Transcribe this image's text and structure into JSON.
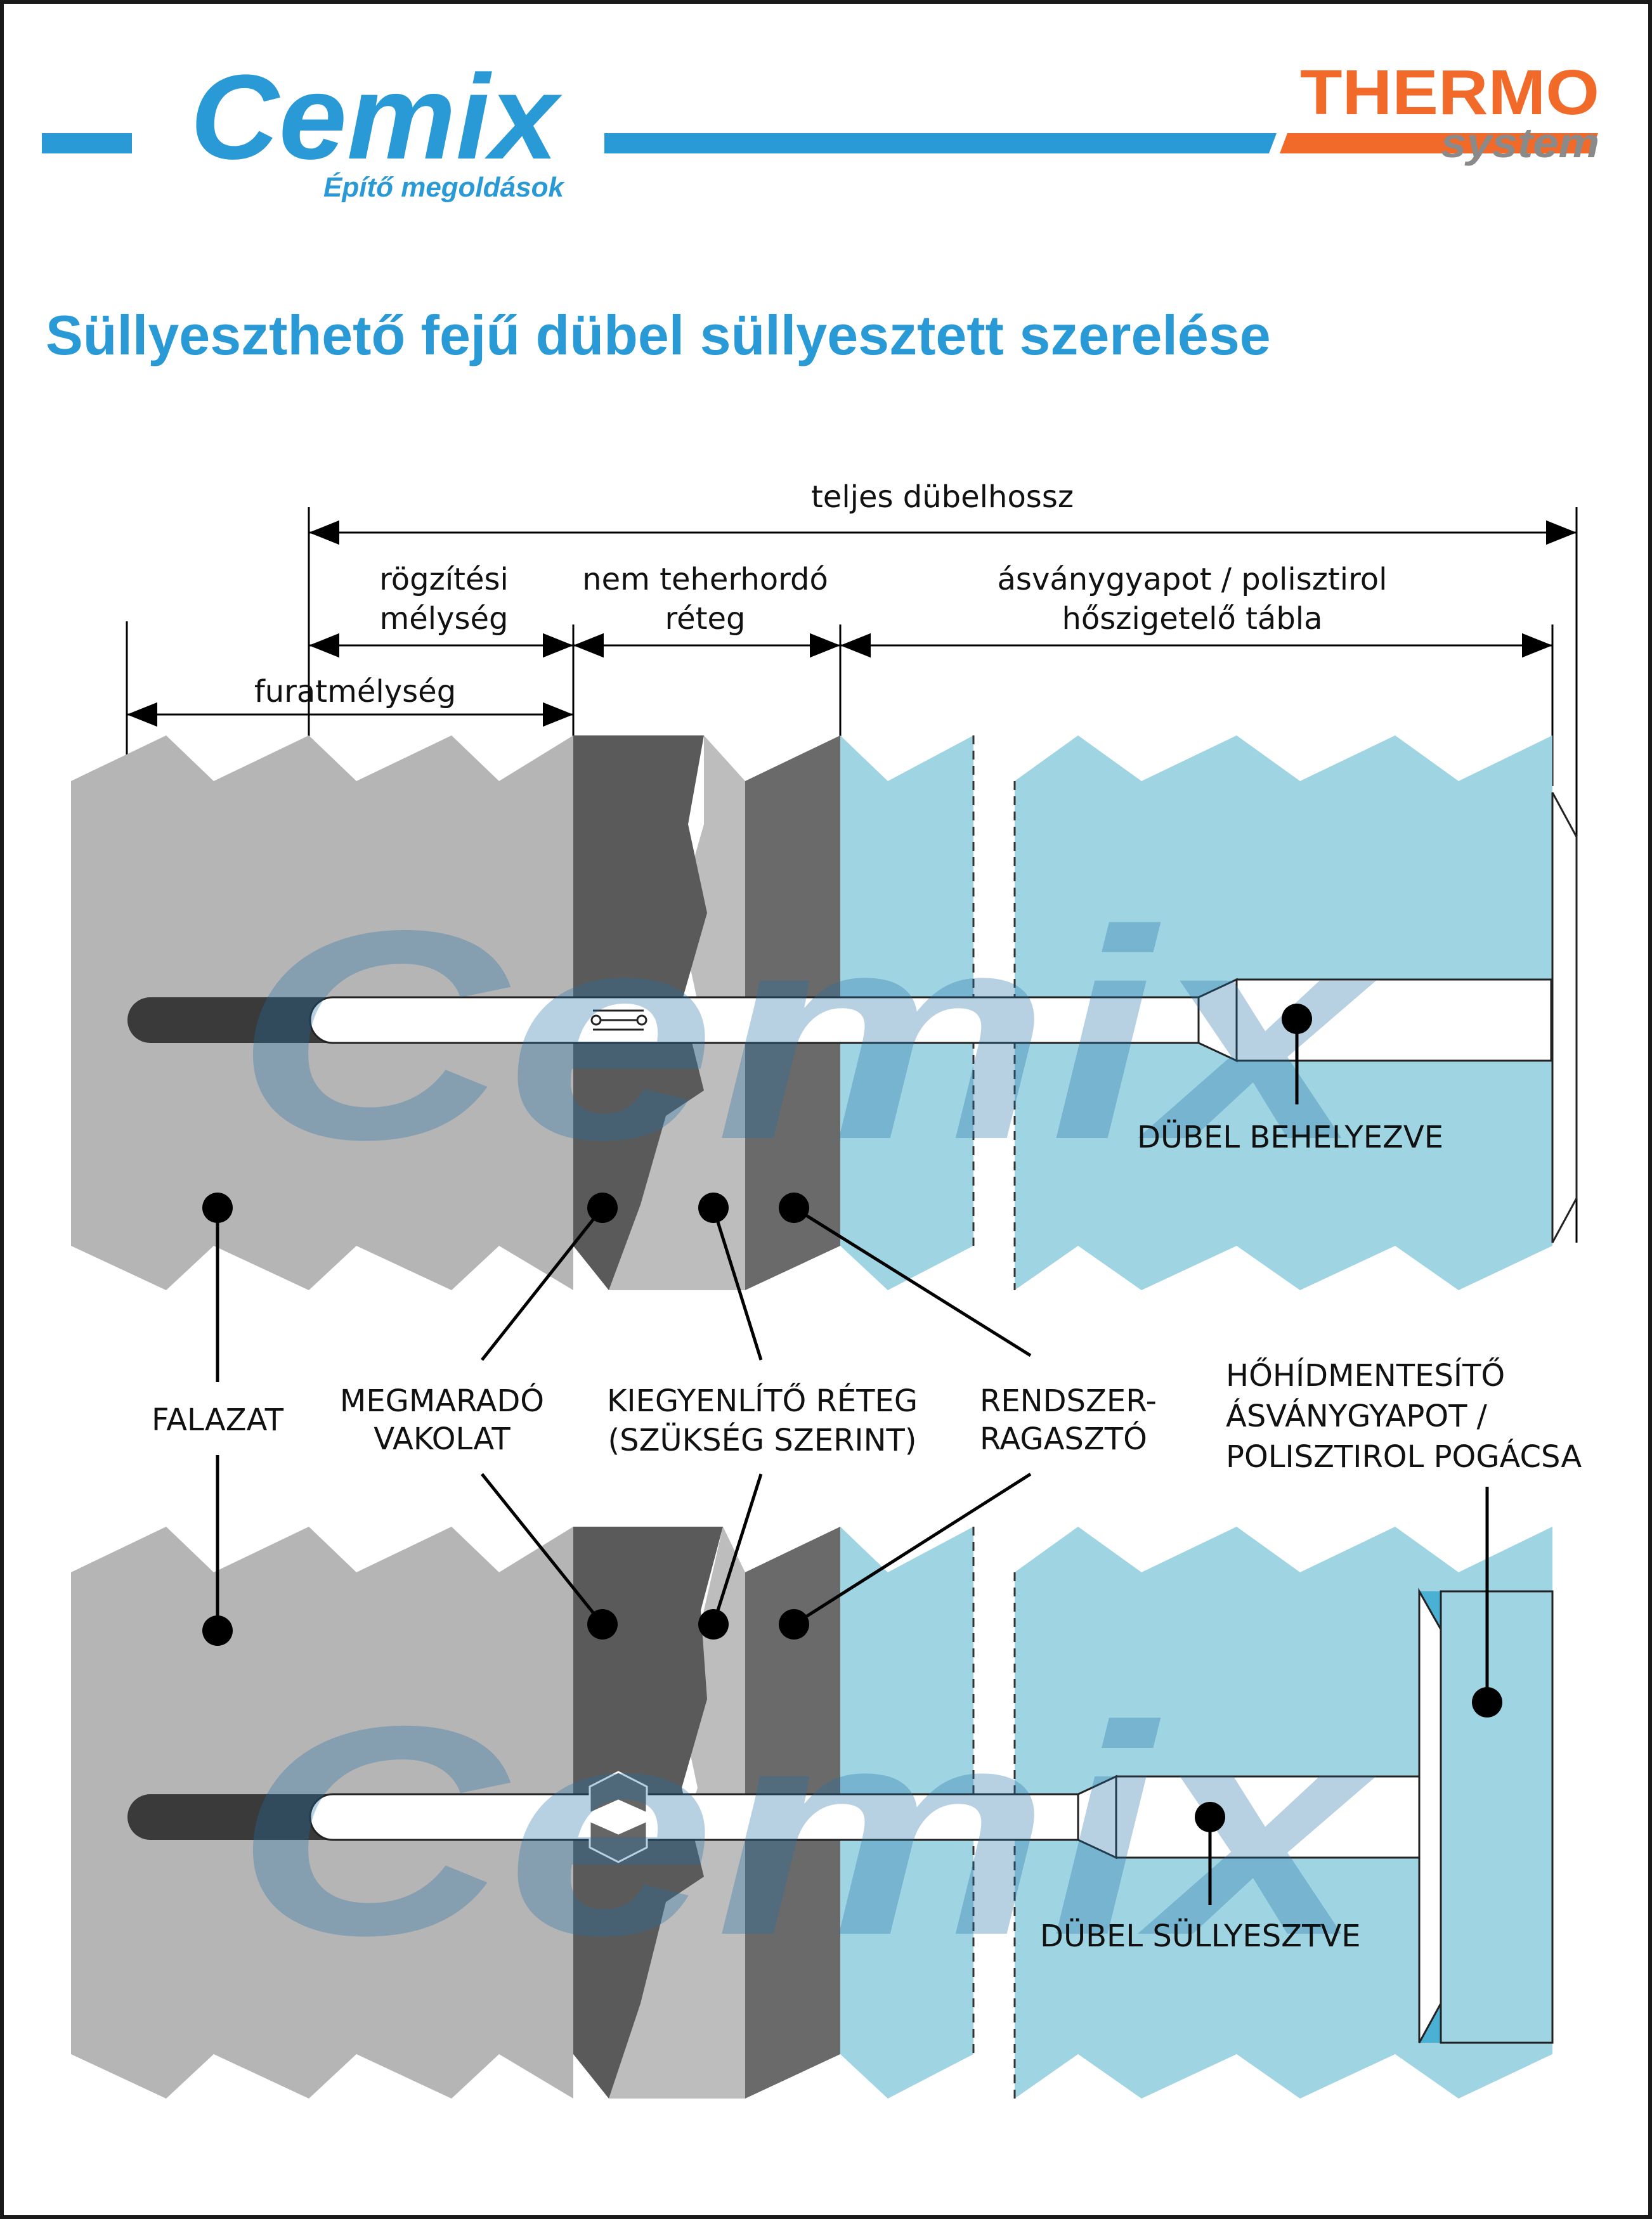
{
  "header": {
    "brand_name": "Cemix",
    "brand_tagline": "Építő megoldások",
    "system_name_line1": "THERMO",
    "system_name_line2": "system"
  },
  "title": "Süllyeszthető fejű dübel süllyesztett szerelése",
  "watermark": "Cemix",
  "dimensions": {
    "total_length": "teljes dübelhossz",
    "anchoring_depth": [
      "rögzítési",
      "mélység"
    ],
    "non_load_layer": [
      "nem teherhordó",
      "réteg"
    ],
    "insulation_board": [
      "ásványgyapot / polisztirol",
      "hőszigetelő tábla"
    ],
    "drill_depth": "furatmélység"
  },
  "labels": {
    "masonry": "FALAZAT",
    "remaining_plaster": [
      "MEGMARADÓ",
      "VAKOLAT"
    ],
    "leveling_layer": [
      "KIEGYENLÍTŐ RÉTEG",
      "(SZÜKSÉG SZERINT)"
    ],
    "system_adhesive": [
      "RENDSZER-",
      "RAGASZTÓ"
    ],
    "thermal_bridge_cap": [
      "HŐHÍDMENTESÍTŐ",
      "ÁSVÁNYGYAPOT /",
      "POLISZTIROL POGÁCSA"
    ],
    "dowel_inserted": "DÜBEL BEHELYEZVE",
    "dowel_countersunk": "DÜBEL SÜLLYESZTVE"
  },
  "colors": {
    "brand_blue": "#2a9ad6",
    "thermo_orange": "#f26a2a",
    "system_gray": "#8a8a8a",
    "masonry": "#b5b5b5",
    "plaster": "#5a5a5a",
    "leveling": "#bdbdbd",
    "adhesive": "#6a6a6a",
    "insulation": "#9fd4e2",
    "dowel_tip": "#3a3a3a"
  }
}
